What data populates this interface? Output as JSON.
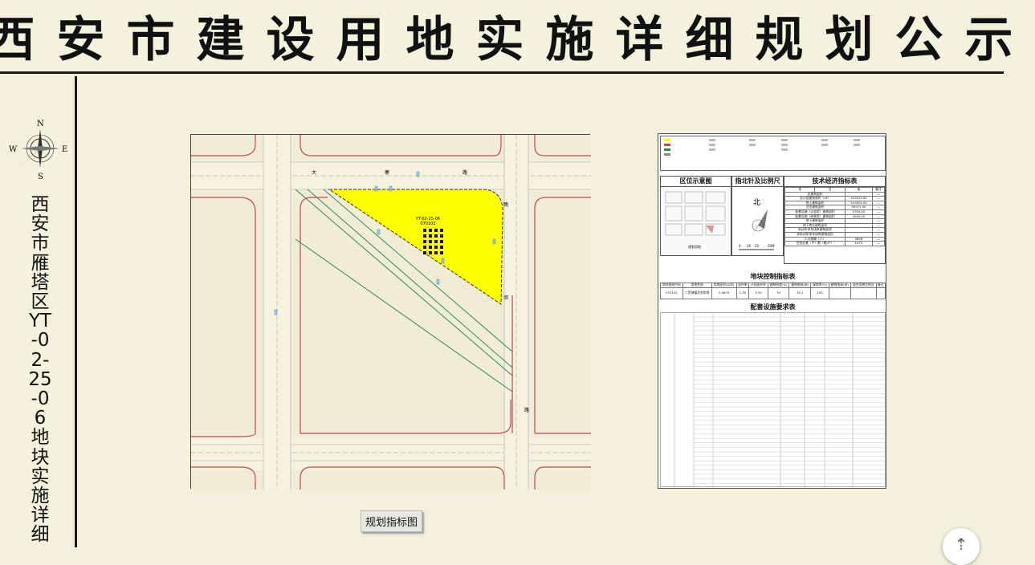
{
  "header": {
    "title": "西安市建设用地实施详细规划公示"
  },
  "side": {
    "vertical_title": "西安市雁塔区YT-02-25-06地块实施详细",
    "compass": {
      "n": "N",
      "s": "S",
      "e": "E",
      "w": "W"
    }
  },
  "map": {
    "label": "规划指标图",
    "road_chars": {
      "top1": "大",
      "top2": "寨",
      "top3": "路",
      "right1": "晚",
      "right2": "邻",
      "right3": "路"
    },
    "parcel_code": "YT-02-25-06",
    "parcel_sub": "070102"
  },
  "sheet": {
    "location_title": "区位示意图",
    "north_title": "指北针及比例尺",
    "north_char": "北",
    "scale_labels": [
      "0",
      "10",
      "20",
      "50M"
    ],
    "location_caption": "规划用地",
    "tech_title": "技术经济指标表",
    "tech_header": [
      "项",
      "目",
      "指",
      "标",
      "备注"
    ],
    "tech_rows": [
      [
        "总建筑面积",
        "",
        "—"
      ],
      [
        "总计容建筑面积（㎡）",
        "101815.00",
        "—"
      ],
      [
        "地上建筑面积",
        "101815.00",
        "—"
      ],
      [
        "住宅建筑面积",
        "95971.00",
        "—"
      ],
      [
        "配套设施（公益类）建筑面积",
        "3794.00",
        "—"
      ],
      [
        "配套设施（经营类）建筑面积",
        "2050.00",
        "—"
      ],
      [
        "地下建筑面积",
        "",
        "—"
      ],
      [
        "地下商业建筑面积",
        "",
        "—"
      ],
      [
        "机动车停车场库建筑面积",
        "",
        "—"
      ],
      [
        "非机动车停车场库建筑面积",
        "",
        "—"
      ],
      [
        "人口规模（人）",
        "3808",
        "—"
      ],
      [
        "住宅总套（户）数（套/户）",
        "1073",
        "—"
      ]
    ],
    "control_title": "地块控制指标表",
    "control_header": [
      "地块图斑代码",
      "用地性质",
      "用地面积(公顷)",
      "容积率",
      "计容面积率",
      "建筑密度(%)",
      "建筑限高(米)",
      "绿地率(%)",
      "建筑限高(米)",
      "混合用地比例及",
      "备注"
    ],
    "control_row": [
      "070102",
      "二类城镇住宅用地",
      "2.5679",
      "1.30",
      "4.30",
      "30",
      "35.1",
      "100",
      "",
      "-",
      "-"
    ],
    "support_title": "配套设施要求表"
  },
  "colors": {
    "parcel": "#ffff00",
    "road_red": "#c44a4a",
    "road_green": "#2e8b57",
    "background": "#f2f1dc"
  }
}
